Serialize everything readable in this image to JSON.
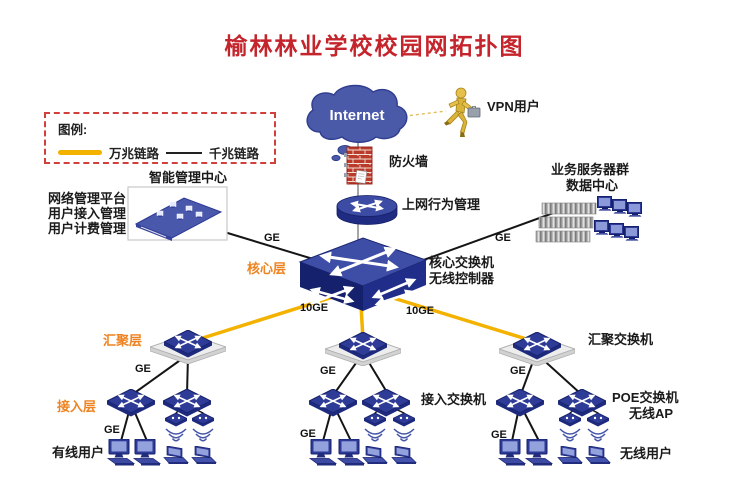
{
  "title": "榆林林业学校校园网拓扑图",
  "legend": {
    "title": "图例:",
    "item10g": "万兆链路",
    "item1g": "千兆链路"
  },
  "internet": "Internet",
  "vpn_user": "VPN用户",
  "firewall": "防火墙",
  "behavior_mgmt": "上网行为管理",
  "mgmt_center": {
    "title": "智能管理中心",
    "lines": [
      "网络管理平台",
      "用户接入管理",
      "用户计费管理"
    ]
  },
  "servers": {
    "line1": "业务服务器群",
    "line2": "数据中心"
  },
  "core": {
    "layer": "核心层",
    "label1": "核心交换机",
    "label2": "无线控制器"
  },
  "agg": {
    "layer": "汇聚层",
    "label": "汇聚交换机"
  },
  "access": {
    "layer": "接入层",
    "label": "接入交换机",
    "poe1": "POE交换机",
    "poe2": "无线AP"
  },
  "users": {
    "wired": "有线用户",
    "wireless": "无线用户"
  },
  "links": {
    "ge": "GE",
    "tenge": "10GE"
  },
  "colors": {
    "title_red": "#c4242b",
    "layer_orange": "#ee8322",
    "link_10g_yellow": "#f3b200",
    "link_1g_black": "#1a1a1a",
    "device_navy": "#2d3a97",
    "cloud_blue": "#4a59a8",
    "firewall_red": "#bc3a2b"
  }
}
